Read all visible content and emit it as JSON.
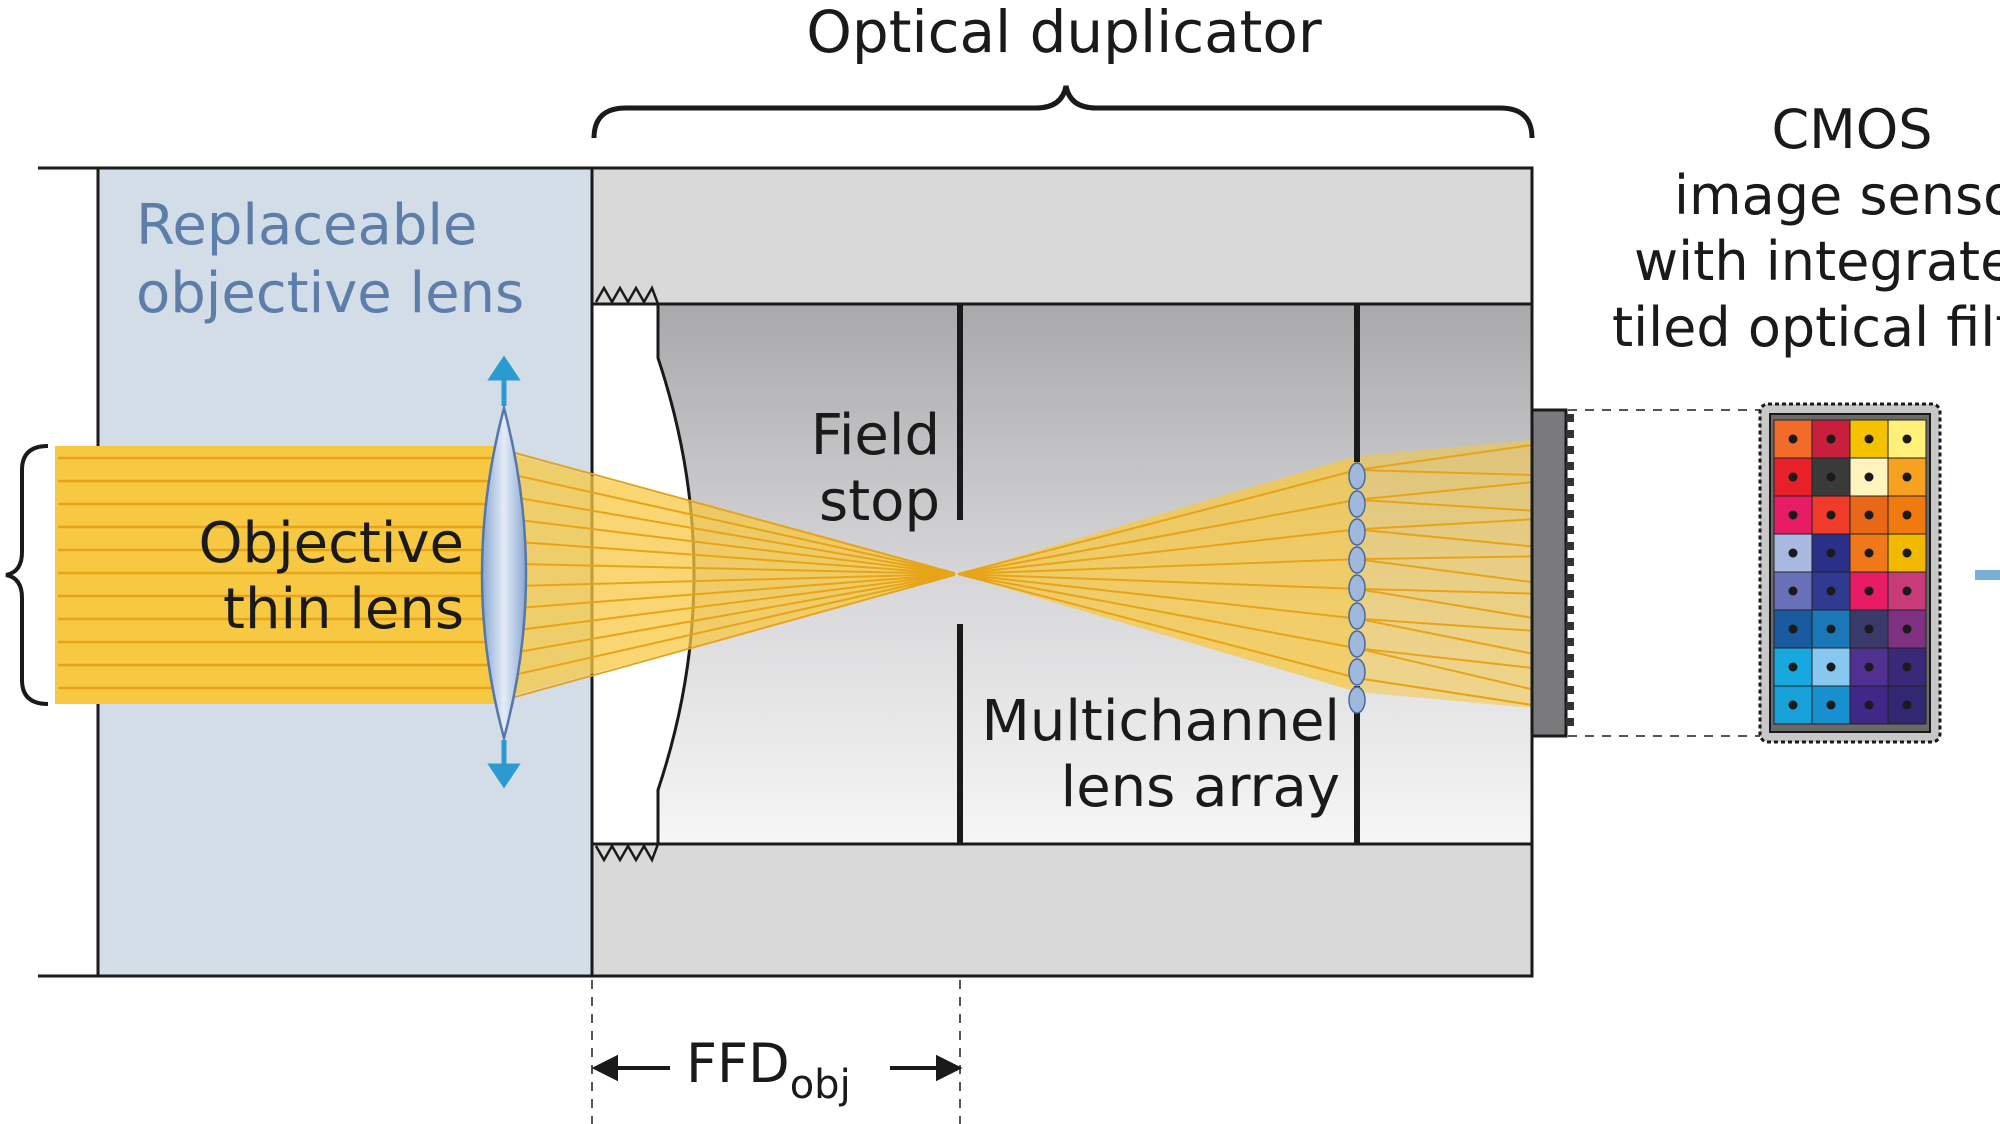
{
  "labels": {
    "optical_duplicator": "Optical duplicator",
    "replaceable_objective_lens": [
      "Replaceable",
      "objective lens"
    ],
    "objective_thin_lens": [
      "Objective",
      "thin lens"
    ],
    "field_stop": [
      "Field",
      "stop"
    ],
    "multichannel_lens_array": [
      "Multichannel",
      "lens array"
    ],
    "cmos_sensor": [
      "CMOS",
      "image senso",
      "with integrate",
      "tiled optical filt"
    ],
    "ffd_main": "FFD",
    "ffd_sub": "obj"
  },
  "colors": {
    "objective_bg": "#d2dde8",
    "housing_gray": "#d9d9da",
    "light_beam": "#f7c842",
    "light_ray": "#e8a418",
    "lens_blue": "#9fb8dc",
    "arrow_blue": "#2a9ad0",
    "outline": "#1a1a1a"
  },
  "filter_tiles": [
    [
      "#f26b2a",
      "#c8203c",
      "#f5c200",
      "#fff07a"
    ],
    [
      "#e8202a",
      "#3a3a3a",
      "#fff4c0",
      "#f8a020"
    ],
    [
      "#e81c64",
      "#f03a2a",
      "#e86818",
      "#f07a10"
    ],
    [
      "#a8b8e0",
      "#2a3088",
      "#f07818",
      "#f2b800"
    ],
    [
      "#6a70b8",
      "#303a90",
      "#e81c64",
      "#c83a78"
    ],
    [
      "#1a5aa0",
      "#1a78b8",
      "#3a3a6a",
      "#803080"
    ],
    [
      "#18a8e0",
      "#88c8f0",
      "#503090",
      "#3a2878"
    ],
    [
      "#18a0d8",
      "#1890d0",
      "#402888",
      "#302870"
    ]
  ]
}
